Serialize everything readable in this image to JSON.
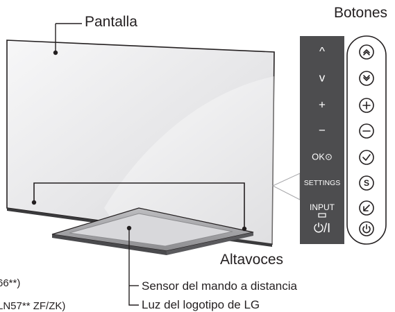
{
  "callouts": {
    "screen": "Pantalla",
    "buttons": "Botones",
    "speakers": "Altavoces",
    "remote_sensor": "Sensor del mando a distancia",
    "logo_light": "Luz del logotipo de LG"
  },
  "footnotes": {
    "line1": "66**)",
    "line2": "LN57** ZF/ZK)"
  },
  "button_panel": {
    "labels": [
      "^",
      "v",
      "+",
      "−",
      "OK⊙",
      "SETTINGS",
      "INPUT",
      "⏻/I"
    ],
    "icons": [
      "arrow-up-icon",
      "arrow-down-icon",
      "plus-icon",
      "minus-icon",
      "check-icon",
      "settings-s-icon",
      "input-icon",
      "power-icon"
    ]
  },
  "colors": {
    "panel_fill": "#4d4d4f",
    "line": "#231f20",
    "bezel": "#3a3a3c",
    "screen_light": "#f4f4f5",
    "screen_mid": "#d9d9dc"
  }
}
